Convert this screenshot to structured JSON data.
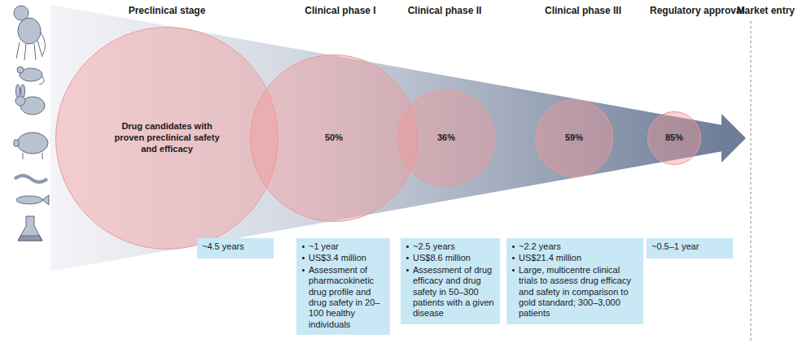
{
  "diagram": {
    "nodes": [
      {
        "text": [
          "Drug candidates with proven preclinical safety and efficacy"
        ]
      },
      {
        "text": [
          "50%"
        ]
      },
      {
        "text": [
          "36%"
        ]
      },
      {
        "text": [
          "59%"
        ]
      },
      {
        "text": [
          "85%"
        ]
      },
      {
        "text": [
          "~4.5 years"
        ]
      },
      {
        "text": [
          "~1 year",
          "US$3.4 million",
          "Assessment of pharmacokinetic drug profile and drug safety in 20–100 healthy individuals"
        ]
      },
      {
        "text": [
          "~2.5 years",
          "US$8.6 million",
          "Assessment of drug efficacy and drug safety in 50–300 patients with a given disease"
        ]
      },
      {
        "text": [
          "~2.2 years",
          "US$21.4 million",
          "Large, multicentre clinical trials to assess drug efficacy and safety in comparison to gold standard; 300–3,000 patients"
        ]
      },
      {
        "text": [
          "~0.5–1 year"
        ]
      }
    ],
    "labels": [
      "Preclinical stage",
      "Clinical phase I",
      "Clinical phase II",
      "Clinical phase III",
      "Regulatory approval",
      "Market entry"
    ]
  }
}
